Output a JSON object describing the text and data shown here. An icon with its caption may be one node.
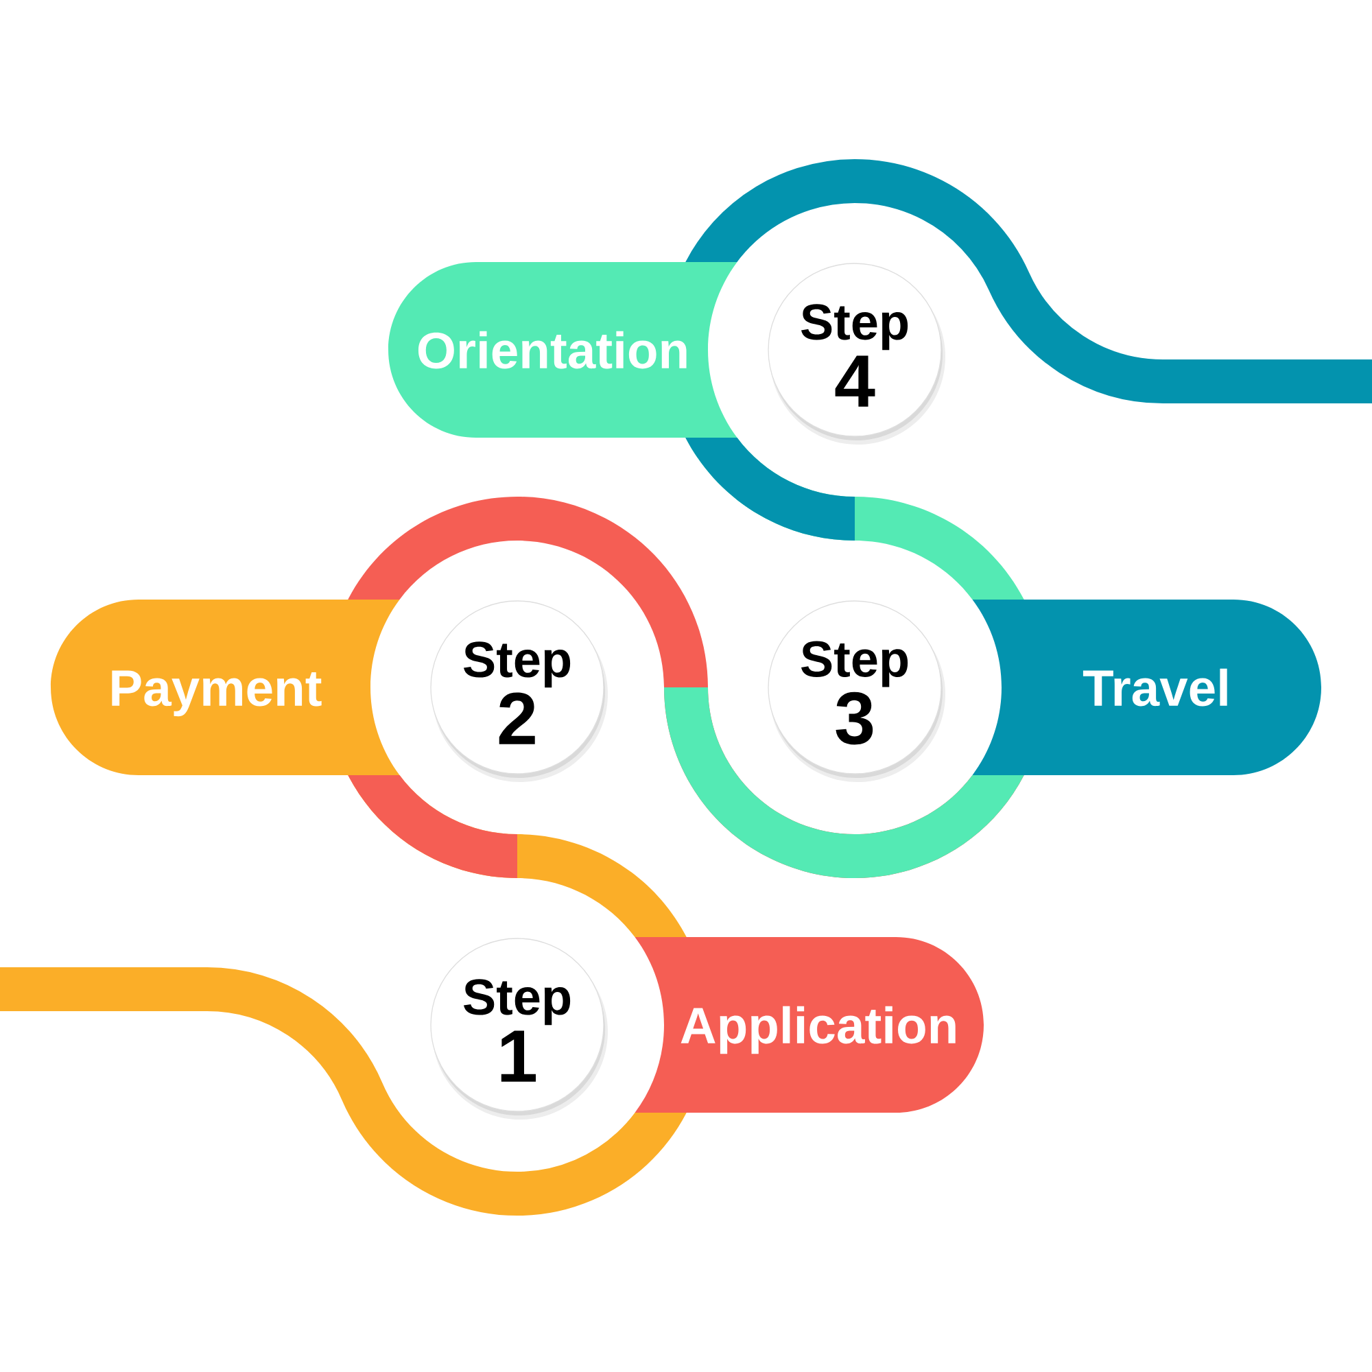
{
  "diagram": {
    "nodes": [
      {
        "text": [
          "Step",
          "1"
        ]
      },
      {
        "text": [
          "Application"
        ]
      },
      {
        "text": [
          "Step",
          "2"
        ]
      },
      {
        "text": [
          "Payment"
        ]
      },
      {
        "text": [
          "Step",
          "3"
        ]
      },
      {
        "text": [
          "Travel"
        ]
      },
      {
        "text": [
          "Step",
          "4"
        ]
      },
      {
        "text": [
          "Orientation"
        ]
      }
    ],
    "edges": [
      {
        "from": null,
        "to": 1,
        "arrow": "none",
        "color": "#fbae28"
      },
      {
        "from": 1,
        "to": 3,
        "arrow": "none",
        "color": "#fbae28"
      },
      {
        "from": 3,
        "to": 5,
        "arrow": "none",
        "color": "#f55e54"
      },
      {
        "from": 5,
        "to": 7,
        "arrow": "none",
        "color": "#54eab4"
      },
      {
        "from": 7,
        "to": null,
        "arrow": "none",
        "color": "#0393ae"
      }
    ]
  }
}
